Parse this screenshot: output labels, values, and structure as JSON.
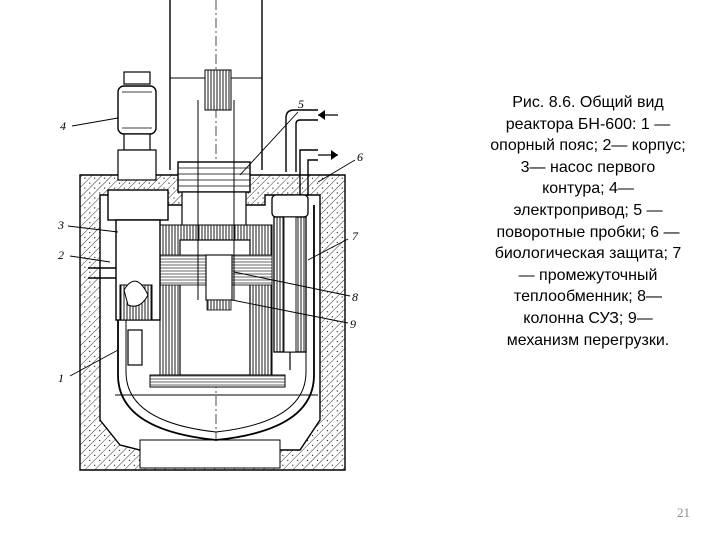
{
  "slide": {
    "caption": "Рис. 8.6. Общий вид реактора БН-600: 1 — опорный пояс; 2— корпус; 3— насос первого контура; 4— электропривод; 5 — поворотные пробки; 6 — биологическая защита; 7 — промежуточный теплообменник; 8— колонна СУЗ; 9— механизм перегрузки.",
    "page_number": "21"
  },
  "diagram": {
    "callouts": [
      "1",
      "2",
      "3",
      "4",
      "5",
      "6",
      "7",
      "8",
      "9"
    ]
  },
  "colors": {
    "line": "#000000",
    "background": "#ffffff",
    "page_number": "#8a8a8a"
  }
}
